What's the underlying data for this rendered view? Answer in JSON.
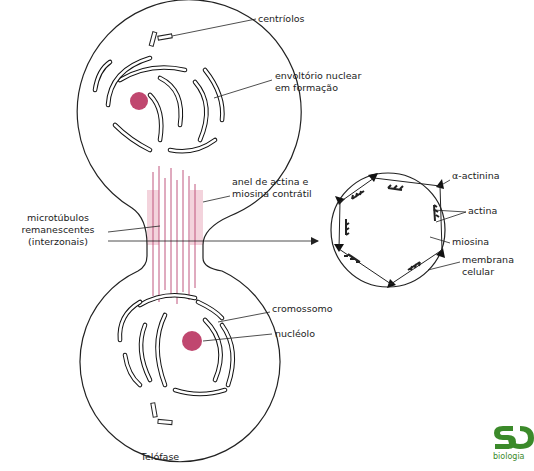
{
  "diagram": {
    "caption": "Telófase",
    "labels": [
      "centríolos",
      "envoltório nuclear em formação",
      "anel de actina e miosina contrátil",
      "microtúbulos remanescentes (interzonais)",
      "α-actinina",
      "actina",
      "miosina",
      "membrana celular",
      "cromossomo",
      "nucléolo",
      "biologia"
    ]
  }
}
